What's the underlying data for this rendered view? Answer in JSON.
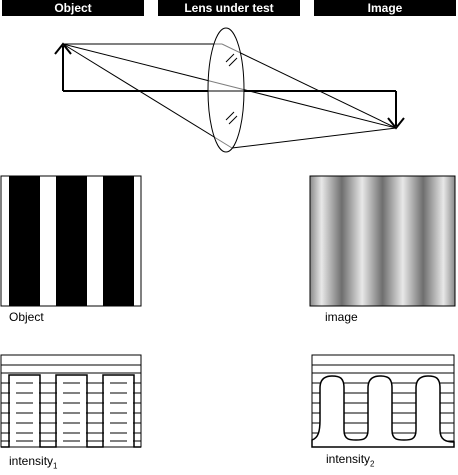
{
  "headers": {
    "object": "Object",
    "lens": "Lens under test",
    "image": "Image"
  },
  "captions": {
    "object_pattern": "Object",
    "image_pattern": "image",
    "intensity1_base": "intensity",
    "intensity1_sub": "1",
    "intensity2_base": "intensity",
    "intensity2_sub": "2"
  },
  "patterns": {
    "object_bar_color": "#000000",
    "object_gap_color": "#ffffff",
    "image_dark": "#707070",
    "image_light": "#e6e6e6"
  }
}
